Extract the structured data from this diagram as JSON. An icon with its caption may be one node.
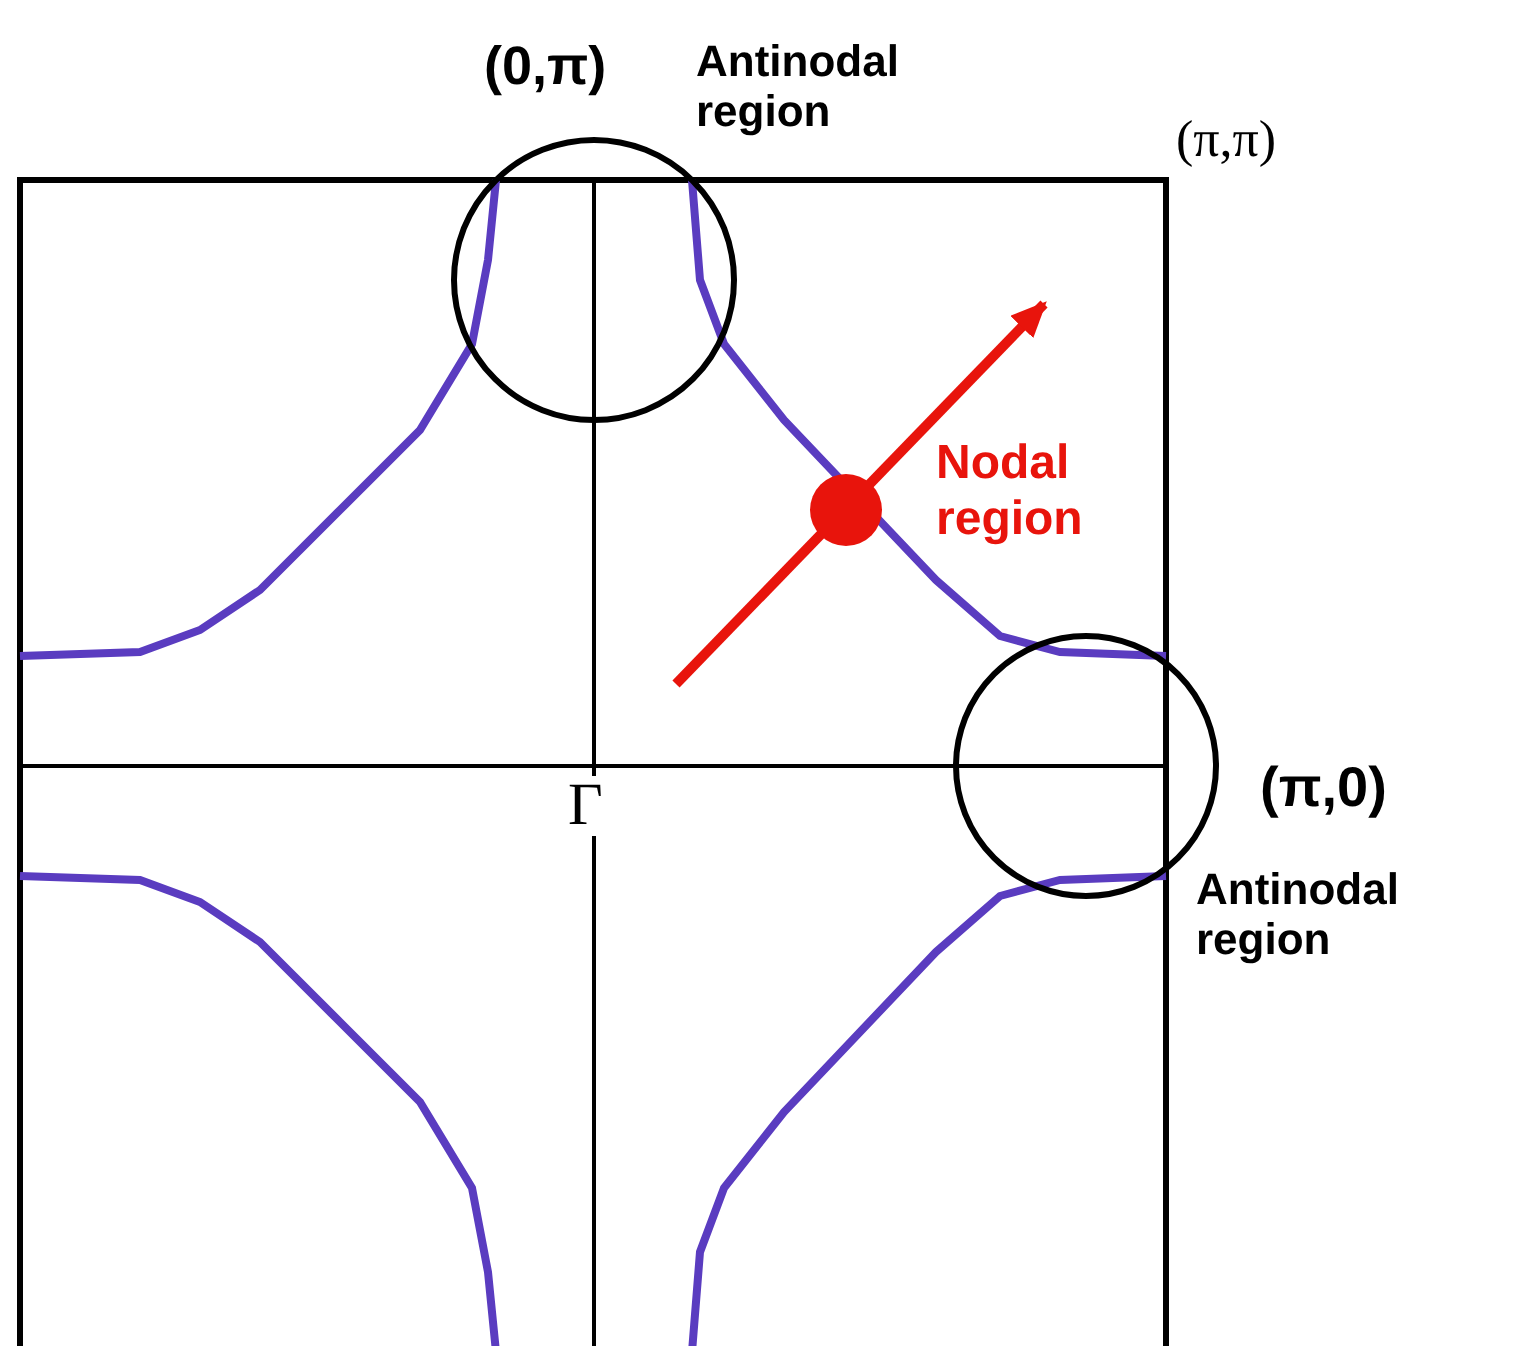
{
  "diagram": {
    "nodes": [
      {
        "text": [],
        "shape": "circle",
        "beside": [
          "Antinodal region"
        ]
      },
      {
        "text": [],
        "shape": "circle",
        "beside": [
          "Antinodal region"
        ]
      }
    ],
    "labels": [
      "(0,π)",
      "(π,π)",
      "Nodal region",
      "Γ",
      "(π,0)"
    ]
  }
}
